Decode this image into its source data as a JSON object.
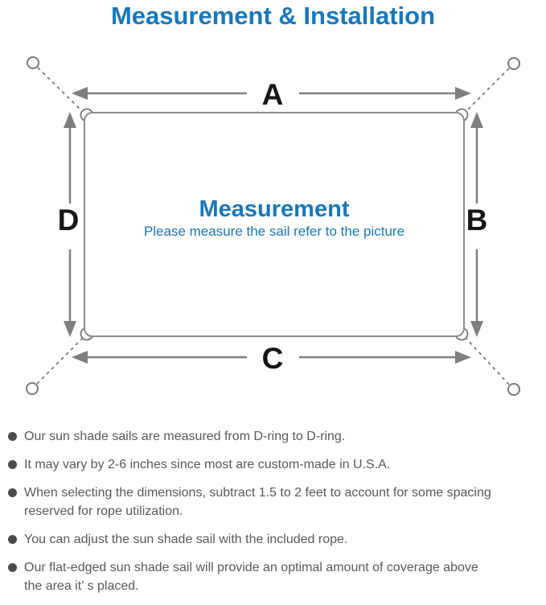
{
  "title": "Measurement & Installation",
  "colors": {
    "accent_blue": "#1877bd",
    "diagram_line_gray": "#7f7f7f",
    "dimension_label_black": "#161616",
    "note_text_gray": "#595959"
  },
  "diagram": {
    "dimension_labels": {
      "top": "A",
      "right": "B",
      "bottom": "C",
      "left": "D"
    },
    "center_heading": "Measurement",
    "center_caption": "Please measure the sail refer to the picture"
  },
  "notes": [
    "Our sun shade sails are measured from D-ring to D-ring.",
    "It may vary by 2-6 inches since most are custom-made in U.S.A.",
    "When selecting the dimensions, subtract 1.5 to 2 feet to account for some spacing\nreserved for rope utilization.",
    "You can adjust the sun shade sail with the included rope.",
    "Our flat-edged sun shade sail will provide an optimal amount of coverage above\nthe area it’ s placed."
  ]
}
